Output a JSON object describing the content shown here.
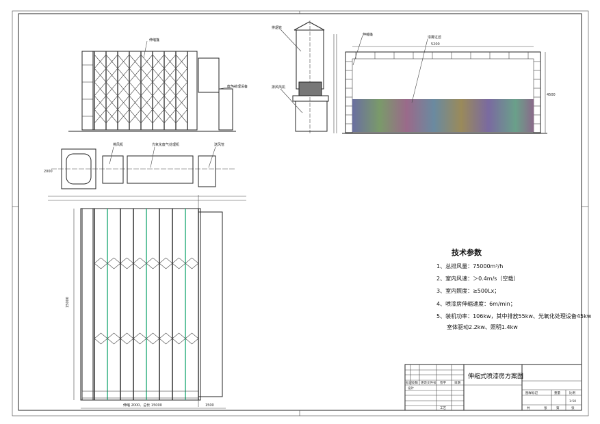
{
  "drawing_title": "伸缩式喷漆房方案图",
  "labels": {
    "elev_top": "伸缩篷",
    "elev_unit": "废气处理设备",
    "stack": "排烟管",
    "fan": "排风风机",
    "front_top": "伸缩篷",
    "filter": "漆雾过滤",
    "plan_fan": "排风机",
    "plan_treat": "光氧化废气处理机",
    "plan_duct": "送风管",
    "dim_width": "5200",
    "dim_height": "4500",
    "dim_length": "15000",
    "dim_fan": "2000",
    "dim_bottom": "伸缩 2000、总长 15000",
    "dim_side": "1500"
  },
  "tech_params": {
    "heading": "技术参数",
    "items": [
      "1、总排风量：75000m³/h",
      "2、室内风速：＞0.4m/s（空载）",
      "3、室内照度：≥500Lx；",
      "4、喷漆房伸缩速度：6m/min；",
      "5、装机功率：106kw，其中排放55kw、光氧化处理设备45kw",
      "室体驱动2.2kw、照明1.4kw"
    ]
  },
  "title_block": {
    "row_labels": [
      "标记",
      "处数",
      "更改文件号",
      "签字",
      "日期"
    ],
    "design": "设计",
    "process": "工艺",
    "right_headers": [
      "图样标记",
      "重量",
      "比例"
    ],
    "scale": "1:50",
    "sheet": [
      "共",
      "张",
      "第",
      "张"
    ]
  }
}
